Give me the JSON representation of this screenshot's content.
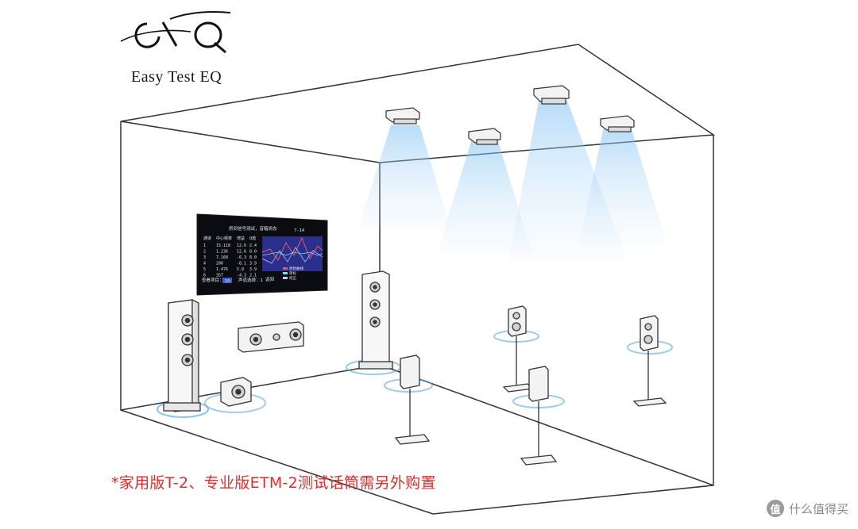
{
  "brand": {
    "logo_text": "EtQ",
    "name": "Easy Test EQ"
  },
  "caption": "*家用版T-2、专业版ETM-2测试话筒需另外购置",
  "watermark": {
    "icon": "值",
    "text": "什么值得买"
  },
  "screen": {
    "title": "房间信号测试，音箱状态",
    "page": "7-14",
    "headers": [
      "通道",
      "中心频率",
      "增益",
      "Q值"
    ],
    "rows": [
      [
        "1",
        "15.118",
        "12.6",
        "2.4"
      ],
      [
        "2",
        "1.236",
        "12.6",
        "8.0"
      ],
      [
        "3",
        "7.168",
        "-6.3",
        "8.0"
      ],
      [
        "4",
        "206",
        "-8.1",
        "3.9"
      ],
      [
        "5",
        "1.476",
        "5.9",
        "3.9"
      ],
      [
        "6",
        "357",
        "-4.3",
        "2.1"
      ]
    ],
    "legend": [
      "原始曲线",
      "目标",
      "校正"
    ],
    "footer_label": "查看项目：",
    "footer_value": "10",
    "channel_label": "声道选择：1",
    "back_label": "返回"
  },
  "colors": {
    "caption": "#e02b2b",
    "glow": "#5aa6e6",
    "line": "#222222",
    "screen_bg": "#0b0b12",
    "chart_bg": "#2a2f8c"
  },
  "icons": [
    "ceiling-speaker-icon",
    "tower-speaker-icon",
    "center-speaker-icon",
    "subwoofer-icon",
    "stand-speaker-icon"
  ]
}
